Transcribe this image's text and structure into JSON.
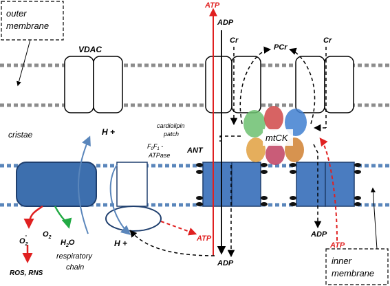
{
  "labels": {
    "outer_membrane_line1": "outer",
    "outer_membrane_line2": "membrane",
    "inner_membrane_line1": "inner",
    "inner_membrane_line2": "membrane",
    "vdac": "VDAC",
    "cristae": "cristae",
    "atp_top": "ATP",
    "adp_top": "ADP",
    "cr_left": "Cr",
    "cr_right": "Cr",
    "pcr": "PCr",
    "h_plus_top": "H +",
    "h_plus_bottom": "H +",
    "f0f1_F": "F",
    "f0f1_sub0": "0",
    "f0f1_F2": "F",
    "f0f1_sub1": "1",
    "f0f1_dash": " -",
    "f0f1_line2": "ATPase",
    "cardiolipin_line1": "cardiolipin",
    "cardiolipin_line2": "patch",
    "mtck": "mtCK",
    "ant": "ANT",
    "o2_minus": "O",
    "o2_minus_sub": "2",
    "o2_minus_sup": "-",
    "o2": "O",
    "o2_sub": "2",
    "h2o_h": "H",
    "h2o_sub": "2",
    "h2o_o": "O",
    "ros_rns": "ROS, RNS",
    "respiratory_line1": "respiratory",
    "respiratory_line2": "chain",
    "atp_mid": "ATP",
    "atp_bottom_right": "ATP",
    "adp_bottom": "ADP",
    "adp_right": "ADP"
  },
  "colors": {
    "membrane_dots": "#8c8c8c",
    "red_arrow": "#e02020",
    "green_arrow": "#22aa44",
    "complex_blue": "#3d6fae",
    "complex_dark": "#1f3f6e",
    "blue_line": "#5a86bb",
    "ant_blue": "#4a7cc0"
  }
}
